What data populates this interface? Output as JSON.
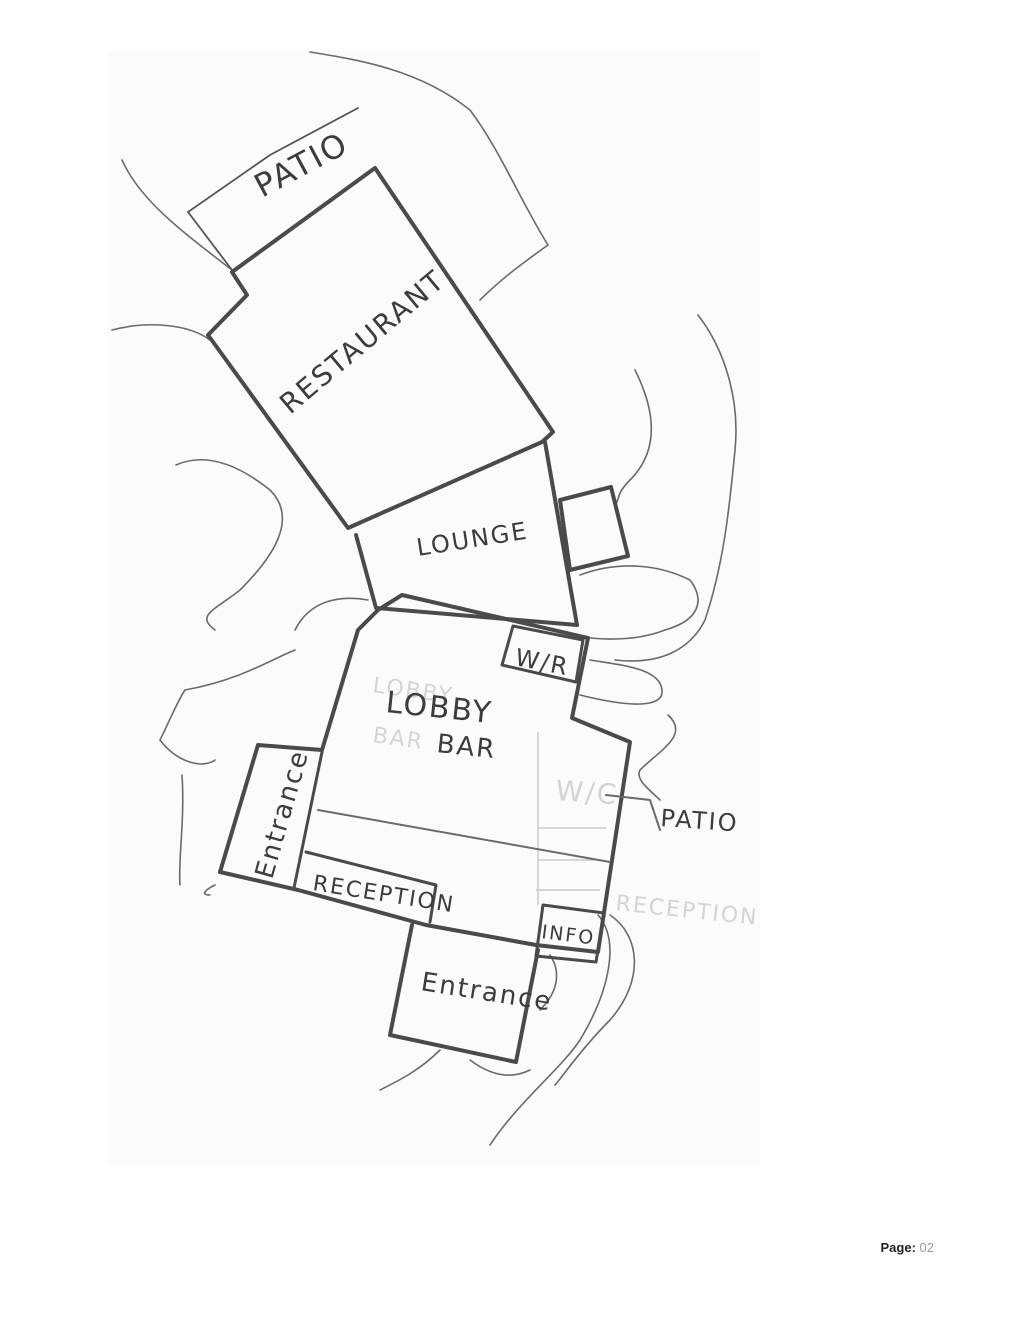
{
  "labels": {
    "patio_top": "PATIO",
    "restaurant": "RESTAURANT",
    "lounge": "LOUNGE",
    "wr": "W/R",
    "lobby_bar_line1": "LOBBY",
    "lobby_bar_line2": "BAR",
    "ghost_lobby": "LOBBY",
    "ghost_bar": "BAR",
    "wc": "W/C",
    "patio_right": "PATIO",
    "entrance_left": "Entrance",
    "reception": "RECEPTION",
    "ghost_reception": "RECEPTION",
    "info": "INFO",
    "entrance_bottom": "Entrance"
  },
  "footer": {
    "label": "Page:",
    "number": "02"
  }
}
